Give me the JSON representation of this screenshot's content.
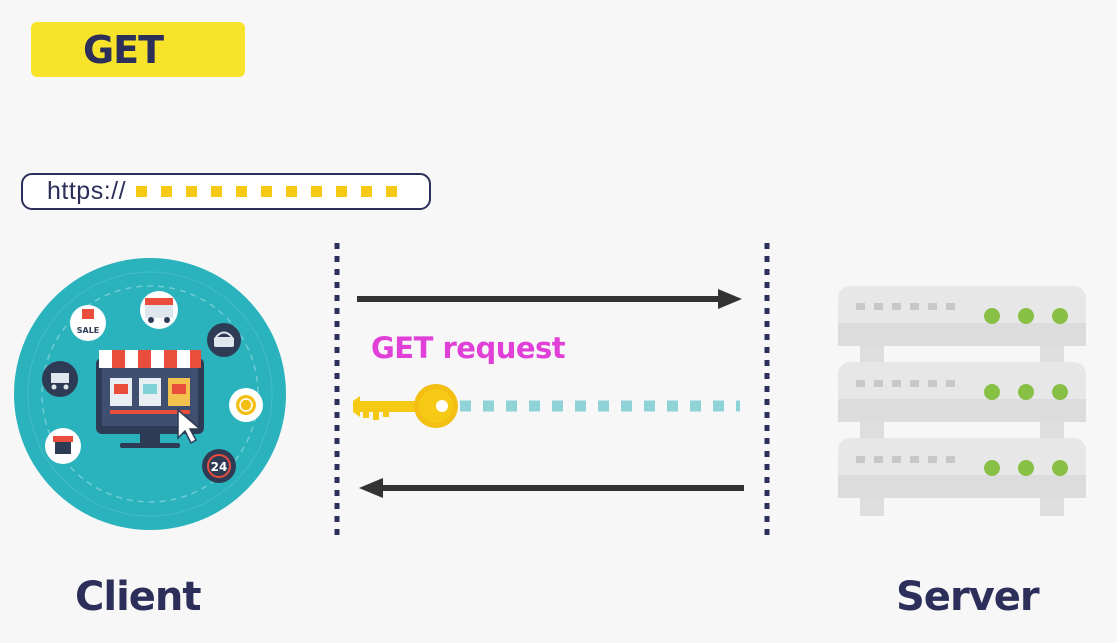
{
  "method_badge": "GET",
  "url": {
    "prefix": "https://"
  },
  "request_label": "GET request",
  "client_label": "Client",
  "server_label": "Server",
  "client_icons": [
    "sale-tag-icon",
    "shop-van-icon",
    "basket-icon",
    "shopping-cart-icon",
    "coin-icon",
    "storefront-icon",
    "24-hour-support-icon",
    "online-shop-monitor-icon",
    "cursor-icon"
  ],
  "client_badge_text": {
    "sale": "SALE",
    "hours": "24"
  },
  "colors": {
    "badge": "#f6e32a",
    "navy": "#2b2f5a",
    "pink": "#e040d8",
    "teal": "#2bb3bd",
    "key": "#f6c915",
    "server_light": "#88c045"
  },
  "server": {
    "units": 3,
    "lights_per_unit": 3
  }
}
